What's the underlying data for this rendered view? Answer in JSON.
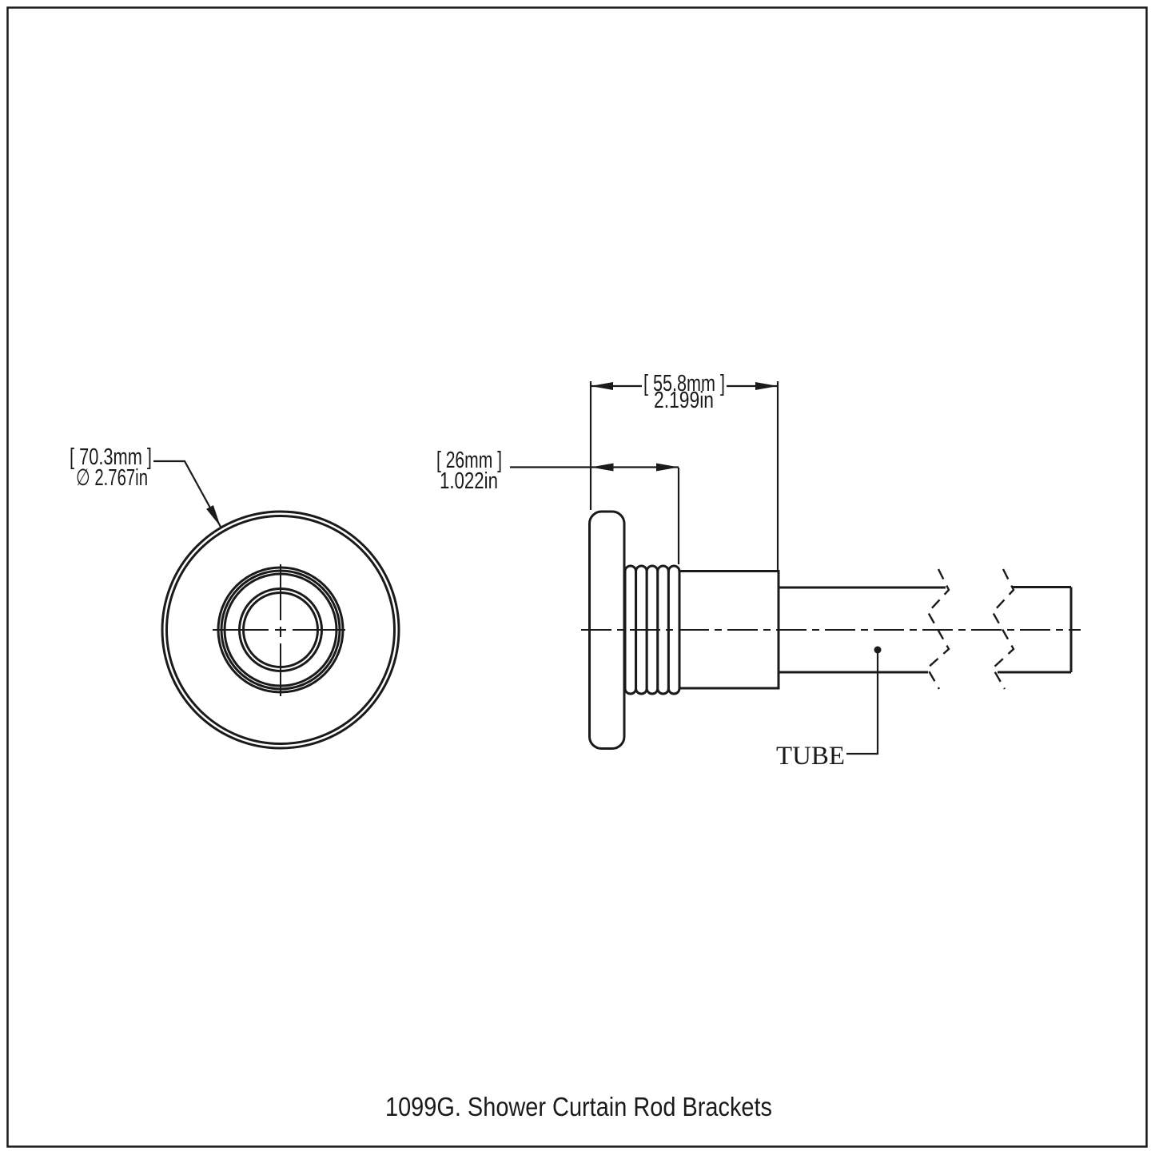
{
  "caption": "1099G. Shower Curtain Rod Brackets",
  "front_view": {
    "diameter_label": {
      "metric": "[ 70.3mm ]",
      "imperial": "∅ 2.767in"
    }
  },
  "side_view": {
    "overall_depth_label": {
      "metric": "[ 55.8mm ]",
      "imperial": "2.199in"
    },
    "projection_depth_label": {
      "metric": "[ 26mm ]",
      "imperial": "1.022in"
    },
    "tube_label": "TUBE"
  },
  "colors": {
    "line": "#1a1a1a",
    "background": "#ffffff"
  }
}
